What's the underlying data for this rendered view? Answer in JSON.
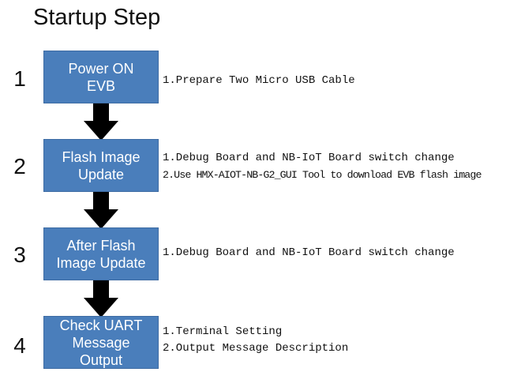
{
  "title": "Startup Step",
  "steps": [
    {
      "number": "1",
      "label": "Power ON\nEVB",
      "notes": [
        "1.Prepare Two Micro USB Cable"
      ]
    },
    {
      "number": "2",
      "label": "Flash Image\nUpdate",
      "notes": [
        "1.Debug Board and NB-IoT Board switch change",
        "2.Use HMX-AIOT-NB-G2_GUI Tool to download EVB flash image"
      ]
    },
    {
      "number": "3",
      "label": "After Flash\nImage Update",
      "notes": [
        "1.Debug Board and NB-IoT Board switch change"
      ]
    },
    {
      "number": "4",
      "label": "Check UART\nMessage\nOutput",
      "notes": [
        "1.Terminal Setting",
        "2.Output Message Description"
      ]
    }
  ],
  "colors": {
    "box_fill": "#4a7ebb",
    "box_text": "#ffffff",
    "arrow": "#000000"
  }
}
